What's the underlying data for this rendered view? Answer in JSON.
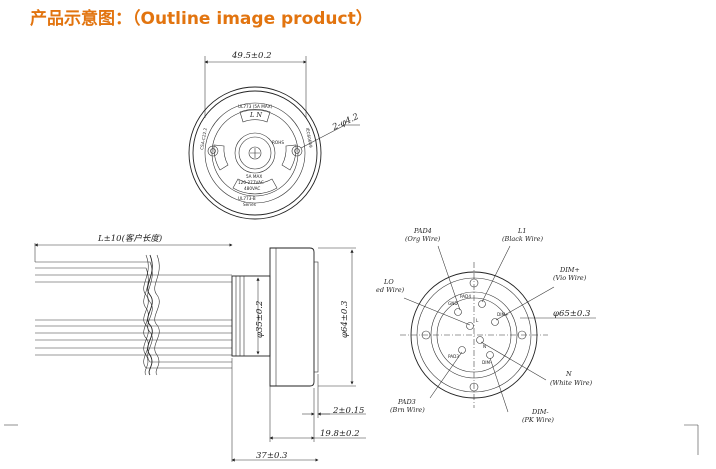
{
  "title": "产品示意图：（Outline image product）",
  "top_view": {
    "width_dim": "49.5±0.2",
    "hole_dim": "2-φ4.2",
    "center_symbol": "L N",
    "face_markings": {
      "top": "UL773 (5A MAX)",
      "left": "CSA-C22.2",
      "right": "IEC60669",
      "bottom_1": "UL773-B",
      "bottom_2": "Series",
      "inner_1": "5A MAX",
      "inner_2": "120-277VAC",
      "inner_3": "480VAC",
      "inner_4": "ROHS"
    }
  },
  "side_view": {
    "length_dim": "L±10(客户长度)",
    "d35_dim": "φ35±0.2",
    "d64_dim": "φ64±0.3",
    "dim_2": "2±0.15",
    "dim_19_8": "19.8±0.2",
    "dim_37": "37±0.3"
  },
  "bottom_view": {
    "pads": [
      {
        "name": "PAD4",
        "wire": "(Org Wire)"
      },
      {
        "name": "L1",
        "wire": "(Black Wire)"
      },
      {
        "name": "DIM+",
        "wire": "(Vio Wire)"
      },
      {
        "name": "LO",
        "wire": "ed Wire)"
      },
      {
        "name": "N",
        "wire": "(White Wire)"
      },
      {
        "name": "PAD3",
        "wire": "(Brn Wire)"
      },
      {
        "name": "DIM-",
        "wire": "(PK Wire)"
      }
    ],
    "d65_dim": "φ65±0.3",
    "pin_labels": [
      "GND",
      "L",
      "N",
      "DIM-",
      "DIM+",
      "PAD3",
      "PAD4"
    ]
  }
}
